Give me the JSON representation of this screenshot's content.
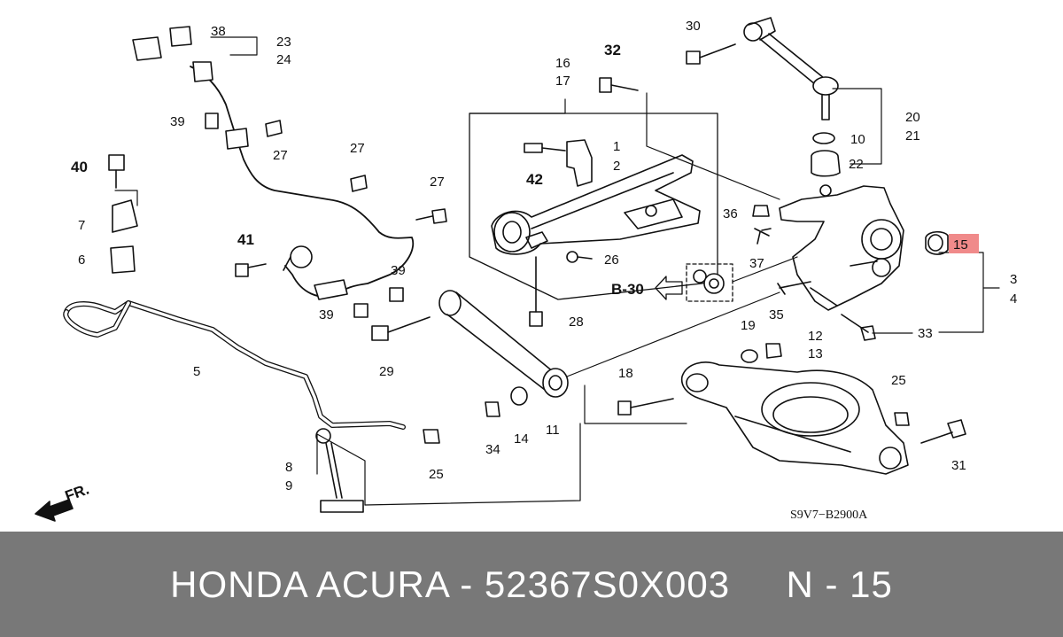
{
  "diagram": {
    "drawing_code": "S9V7−B2900A",
    "section_ref": "B-30",
    "front_marker": "FR.",
    "highlight_color": "#f08a8a",
    "callouts": [
      {
        "id": "c38",
        "text": "38"
      },
      {
        "id": "c23",
        "text": "23"
      },
      {
        "id": "c24",
        "text": "24"
      },
      {
        "id": "c39a",
        "text": "39"
      },
      {
        "id": "c27a",
        "text": "27"
      },
      {
        "id": "c40",
        "text": "40"
      },
      {
        "id": "c27b",
        "text": "27"
      },
      {
        "id": "c7",
        "text": "7"
      },
      {
        "id": "c27c",
        "text": "27"
      },
      {
        "id": "c6",
        "text": "6"
      },
      {
        "id": "c41",
        "text": "41"
      },
      {
        "id": "c39b",
        "text": "39"
      },
      {
        "id": "c39c",
        "text": "39"
      },
      {
        "id": "c5",
        "text": "5"
      },
      {
        "id": "c29",
        "text": "29"
      },
      {
        "id": "c16",
        "text": "16"
      },
      {
        "id": "c17",
        "text": "17"
      },
      {
        "id": "c32",
        "text": "32"
      },
      {
        "id": "c1",
        "text": "1"
      },
      {
        "id": "c2",
        "text": "2"
      },
      {
        "id": "c42",
        "text": "42"
      },
      {
        "id": "c26",
        "text": "26"
      },
      {
        "id": "c28",
        "text": "28"
      },
      {
        "id": "c30",
        "text": "30"
      },
      {
        "id": "c20",
        "text": "20"
      },
      {
        "id": "c21",
        "text": "21"
      },
      {
        "id": "c10",
        "text": "10"
      },
      {
        "id": "c22",
        "text": "22"
      },
      {
        "id": "c36",
        "text": "36"
      },
      {
        "id": "c37",
        "text": "37"
      },
      {
        "id": "c15",
        "text": "15",
        "highlighted": true
      },
      {
        "id": "c3",
        "text": "3"
      },
      {
        "id": "c4",
        "text": "4"
      },
      {
        "id": "c33",
        "text": "33"
      },
      {
        "id": "c19",
        "text": "19"
      },
      {
        "id": "c35",
        "text": "35"
      },
      {
        "id": "c12",
        "text": "12"
      },
      {
        "id": "c13",
        "text": "13"
      },
      {
        "id": "c18",
        "text": "18"
      },
      {
        "id": "c25a",
        "text": "25"
      },
      {
        "id": "c31",
        "text": "31"
      },
      {
        "id": "c34",
        "text": "34"
      },
      {
        "id": "c14",
        "text": "14"
      },
      {
        "id": "c11",
        "text": "11"
      },
      {
        "id": "c8",
        "text": "8"
      },
      {
        "id": "c9",
        "text": "9"
      },
      {
        "id": "c25b",
        "text": "25"
      }
    ]
  },
  "footer": {
    "text": "HONDA ACURA - 52367S0X003     N - 15"
  }
}
